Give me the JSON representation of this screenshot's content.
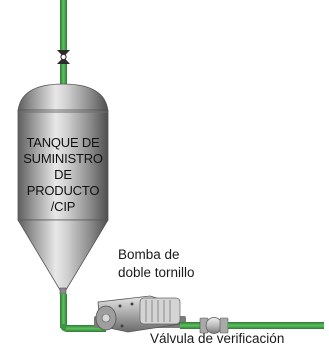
{
  "tank": {
    "label_lines": [
      "TANQUE DE",
      "SUMINISTRO",
      "DE",
      "PRODUCTO",
      "/CIP"
    ]
  },
  "pump": {
    "label_lines": [
      "Bomba de",
      "doble tornillo"
    ]
  },
  "check_valve": {
    "label": "Válvula de verificación"
  },
  "colors": {
    "pipe": "#46a24a",
    "pipe_dark": "#2f7a34",
    "tank_steel": "#9a9a9a",
    "background": "#ffffff"
  }
}
